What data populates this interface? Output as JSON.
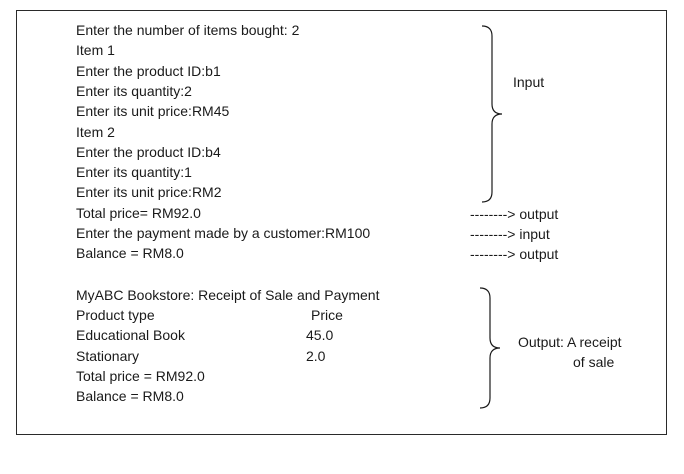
{
  "transcript": [
    "Enter the number of items bought: 2",
    "Item 1",
    "Enter the product ID:b1",
    "Enter its quantity:2",
    "Enter its unit price:RM45",
    "Item 2",
    "Enter the product ID:b4",
    "Enter its quantity:1",
    "Enter its unit price:RM2",
    "Total price= RM92.0",
    "Enter the payment made by a customer:RM100",
    "Balance = RM8.0"
  ],
  "labels": {
    "input_group": "Input",
    "total_arrow": "--------> output",
    "payment_arrow": "--------> input",
    "balance_arrow": "--------> output",
    "receipt_line1": "Output: A receipt",
    "receipt_line2": "of sale"
  },
  "receipt": {
    "title": "MyABC Bookstore: Receipt of Sale and Payment",
    "header": {
      "product": "Product type",
      "price": "Price"
    },
    "rows": [
      {
        "product": "Educational Book",
        "price": "45.0"
      },
      {
        "product": "Stationary",
        "price": "2.0"
      }
    ],
    "total": "Total price = RM92.0",
    "balance": "Balance = RM8.0"
  }
}
